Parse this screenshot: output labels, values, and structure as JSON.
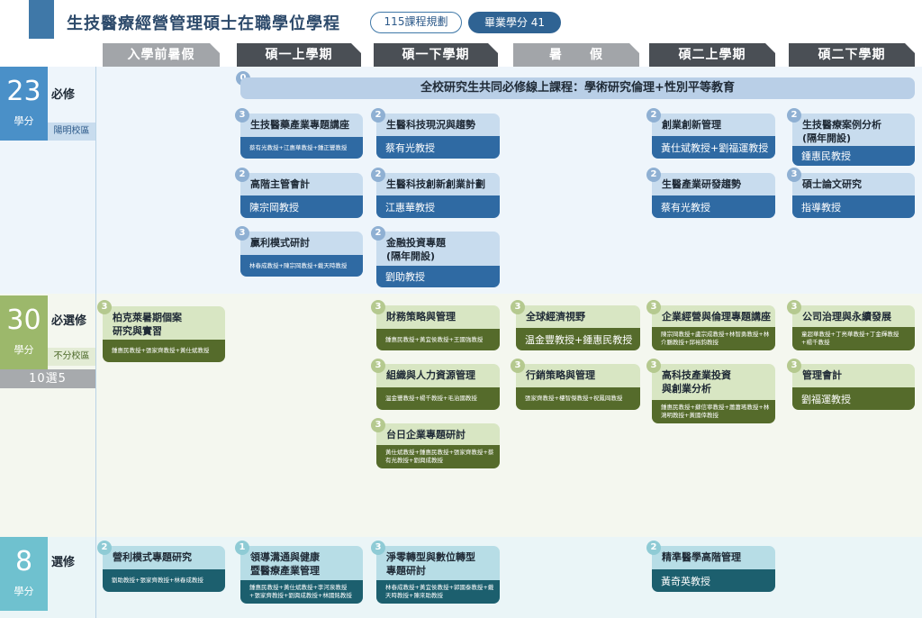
{
  "header": {
    "title": "生技醫療經營管理碩士在職學位學程",
    "plan": "115課程規劃",
    "credits": "畢業學分 41"
  },
  "semesters": [
    "入學前暑假",
    "碩一上學期",
    "碩一下學期",
    "暑　　假",
    "碩二上學期",
    "碩二下學期"
  ],
  "sections": {
    "required": {
      "credits": "23",
      "unit": "學分",
      "label": "必修",
      "campus": "陽明校區"
    },
    "elective_required": {
      "credits": "30",
      "unit": "學分",
      "label": "必選修",
      "campus": "不分校區",
      "rule": "10選5"
    },
    "optional": {
      "credits": "8",
      "unit": "學分",
      "label": "選修"
    }
  },
  "common_course": {
    "credit": "0",
    "name": "全校研究生共同必修線上課程：學術研究倫理+性別平等教育"
  },
  "required_courses": [
    {
      "credit": "3",
      "name": "生技醫藥產業專題講座",
      "teacher": "蔡有光教授+江惠華教授+鍾正豐教授"
    },
    {
      "credit": "2",
      "name": "高階主管會計",
      "teacher": "陳宗岡教授"
    },
    {
      "credit": "3",
      "name": "贏利模式研討",
      "teacher": "林春成教授+陳宗岡教授+戴天時教授"
    },
    {
      "credit": "2",
      "name": "生醫科技現況與趨勢",
      "teacher": "蔡有光教授"
    },
    {
      "credit": "2",
      "name": "生醫科技創新創業計劃",
      "teacher": "江惠華教授"
    },
    {
      "credit": "2",
      "name": "金融投資專題\n(隔年開設)",
      "teacher": "劉助教授"
    },
    {
      "credit": "2",
      "name": "創業創新管理",
      "teacher": "黃仕斌教授+劉福運教授"
    },
    {
      "credit": "2",
      "name": "生醫產業研發趨勢",
      "teacher": "蔡有光教授"
    },
    {
      "credit": "2",
      "name": "生技醫療案例分析\n(隔年開設)",
      "teacher": "鍾惠民教授"
    },
    {
      "credit": "3",
      "name": "碩士論文研究",
      "teacher": "指導教授"
    }
  ],
  "elective_courses": [
    {
      "credit": "3",
      "name": "柏克萊暑期個案\n研究與實習",
      "teacher": "鍾惠民教授+張家齊教授+黃仕斌教授"
    },
    {
      "credit": "3",
      "name": "財務策略與管理",
      "teacher": "鍾惠民教授+黃宜侯教授+王國強教授"
    },
    {
      "credit": "3",
      "name": "組織與人力資源管理",
      "teacher": "温金豐教授+楊千教授+毛治國教授"
    },
    {
      "credit": "3",
      "name": "台日企業專題研討",
      "teacher": "黃仕斌教授+鍾惠民教授+張家齊教授+蔡有光教授+劉興成教授"
    },
    {
      "credit": "3",
      "name": "全球經濟視野",
      "teacher": "温金豐教授+鍾惠民教授"
    },
    {
      "credit": "3",
      "name": "行銷策略與管理",
      "teacher": "張家齊教授+樓智傑教授+祝鳳岡教授"
    },
    {
      "credit": "3",
      "name": "企業經營與倫理專題講座",
      "teacher": "陳宗岡教授+盧宗成教授+林智勇教授+林介鵬教授+邱裕鈞教授"
    },
    {
      "credit": "3",
      "name": "高科技產業投資\n與創業分析",
      "teacher": "鍾惠民教授+蘇信寧教授+蕭蕭瑤教授+林鴻明教授+黃國倖教授"
    },
    {
      "credit": "3",
      "name": "公司治理與永續發展",
      "teacher": "童超華教授+丁亮華教授+丁金輝教授+楊千教授"
    },
    {
      "credit": "3",
      "name": "管理會計",
      "teacher": "劉福運教授"
    }
  ],
  "optional_courses": [
    {
      "credit": "2",
      "name": "營利模式專題研究",
      "teacher": "劉助教授+張家齊教授+林春成教授"
    },
    {
      "credit": "1",
      "name": "領導溝通與健康\n暨醫療產業管理",
      "teacher": "鍾惠民教授+黃仕斌教授+李河泉教授+張家齊教授+劉興成教授+林國銘教授"
    },
    {
      "credit": "3",
      "name": "淨零轉型與數位轉型\n專題研討",
      "teacher": "林春成教授+黃宜侯教授+郭國泰教授+戴天時教授+陳來助教授"
    },
    {
      "credit": "2",
      "name": "精準醫學高階管理",
      "teacher": "黃奇英教授"
    }
  ]
}
